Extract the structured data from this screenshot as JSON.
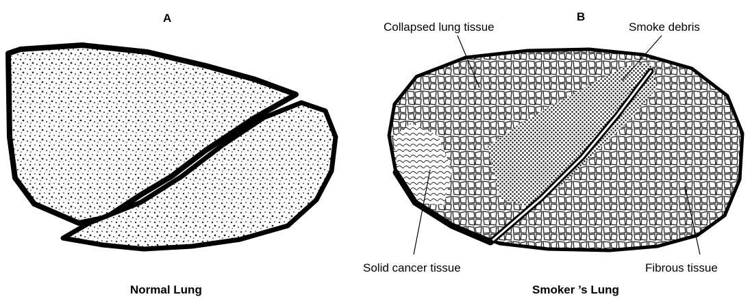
{
  "panels": {
    "a": {
      "letter": "A",
      "caption": "Normal Lung"
    },
    "b": {
      "letter": "B",
      "caption": "Smoker ’s Lung"
    }
  },
  "callouts": {
    "collapsed": "Collapsed lung tissue",
    "smoke": "Smoke debris",
    "cancer": "Solid cancer tissue",
    "fibrous": "Fibrous tissue"
  },
  "colors": {
    "ink": "#000000",
    "paper": "#ffffff",
    "texture_dot": "#1a1a1a"
  }
}
